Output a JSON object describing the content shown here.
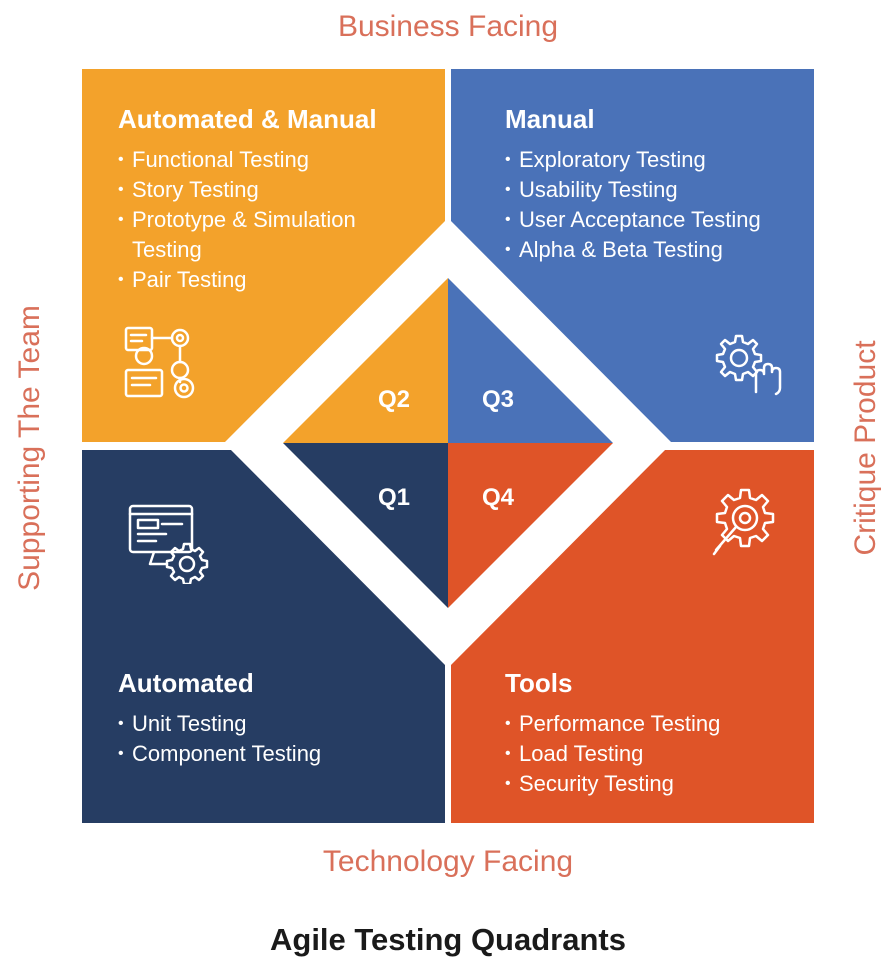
{
  "axes": {
    "top": "Business Facing",
    "bottom": "Technology Facing",
    "left": "Supporting The Team",
    "right": "Critique Product"
  },
  "title": "Agile Testing Quadrants",
  "quadrants": {
    "q1": {
      "label": "Q1",
      "heading": "Automated",
      "items": [
        "Unit Testing",
        "Component Testing"
      ],
      "color": "#263d63",
      "icon": "computer-gear-icon"
    },
    "q2": {
      "label": "Q2",
      "heading": "Automated & Manual",
      "items": [
        "Functional Testing",
        "Story Testing",
        "Prototype & Simulation Testing",
        "Pair Testing"
      ],
      "color": "#f3a22b",
      "icon": "workflow-icon"
    },
    "q3": {
      "label": "Q3",
      "heading": "Manual",
      "items": [
        "Exploratory Testing",
        "Usability Testing",
        "User Acceptance Testing",
        "Alpha & Beta Testing"
      ],
      "color": "#4a72b8",
      "icon": "gear-hand-icon"
    },
    "q4": {
      "label": "Q4",
      "heading": "Tools",
      "items": [
        "Performance Testing",
        "Load Testing",
        "Security Testing"
      ],
      "color": "#df5428",
      "icon": "gear-search-icon"
    }
  }
}
